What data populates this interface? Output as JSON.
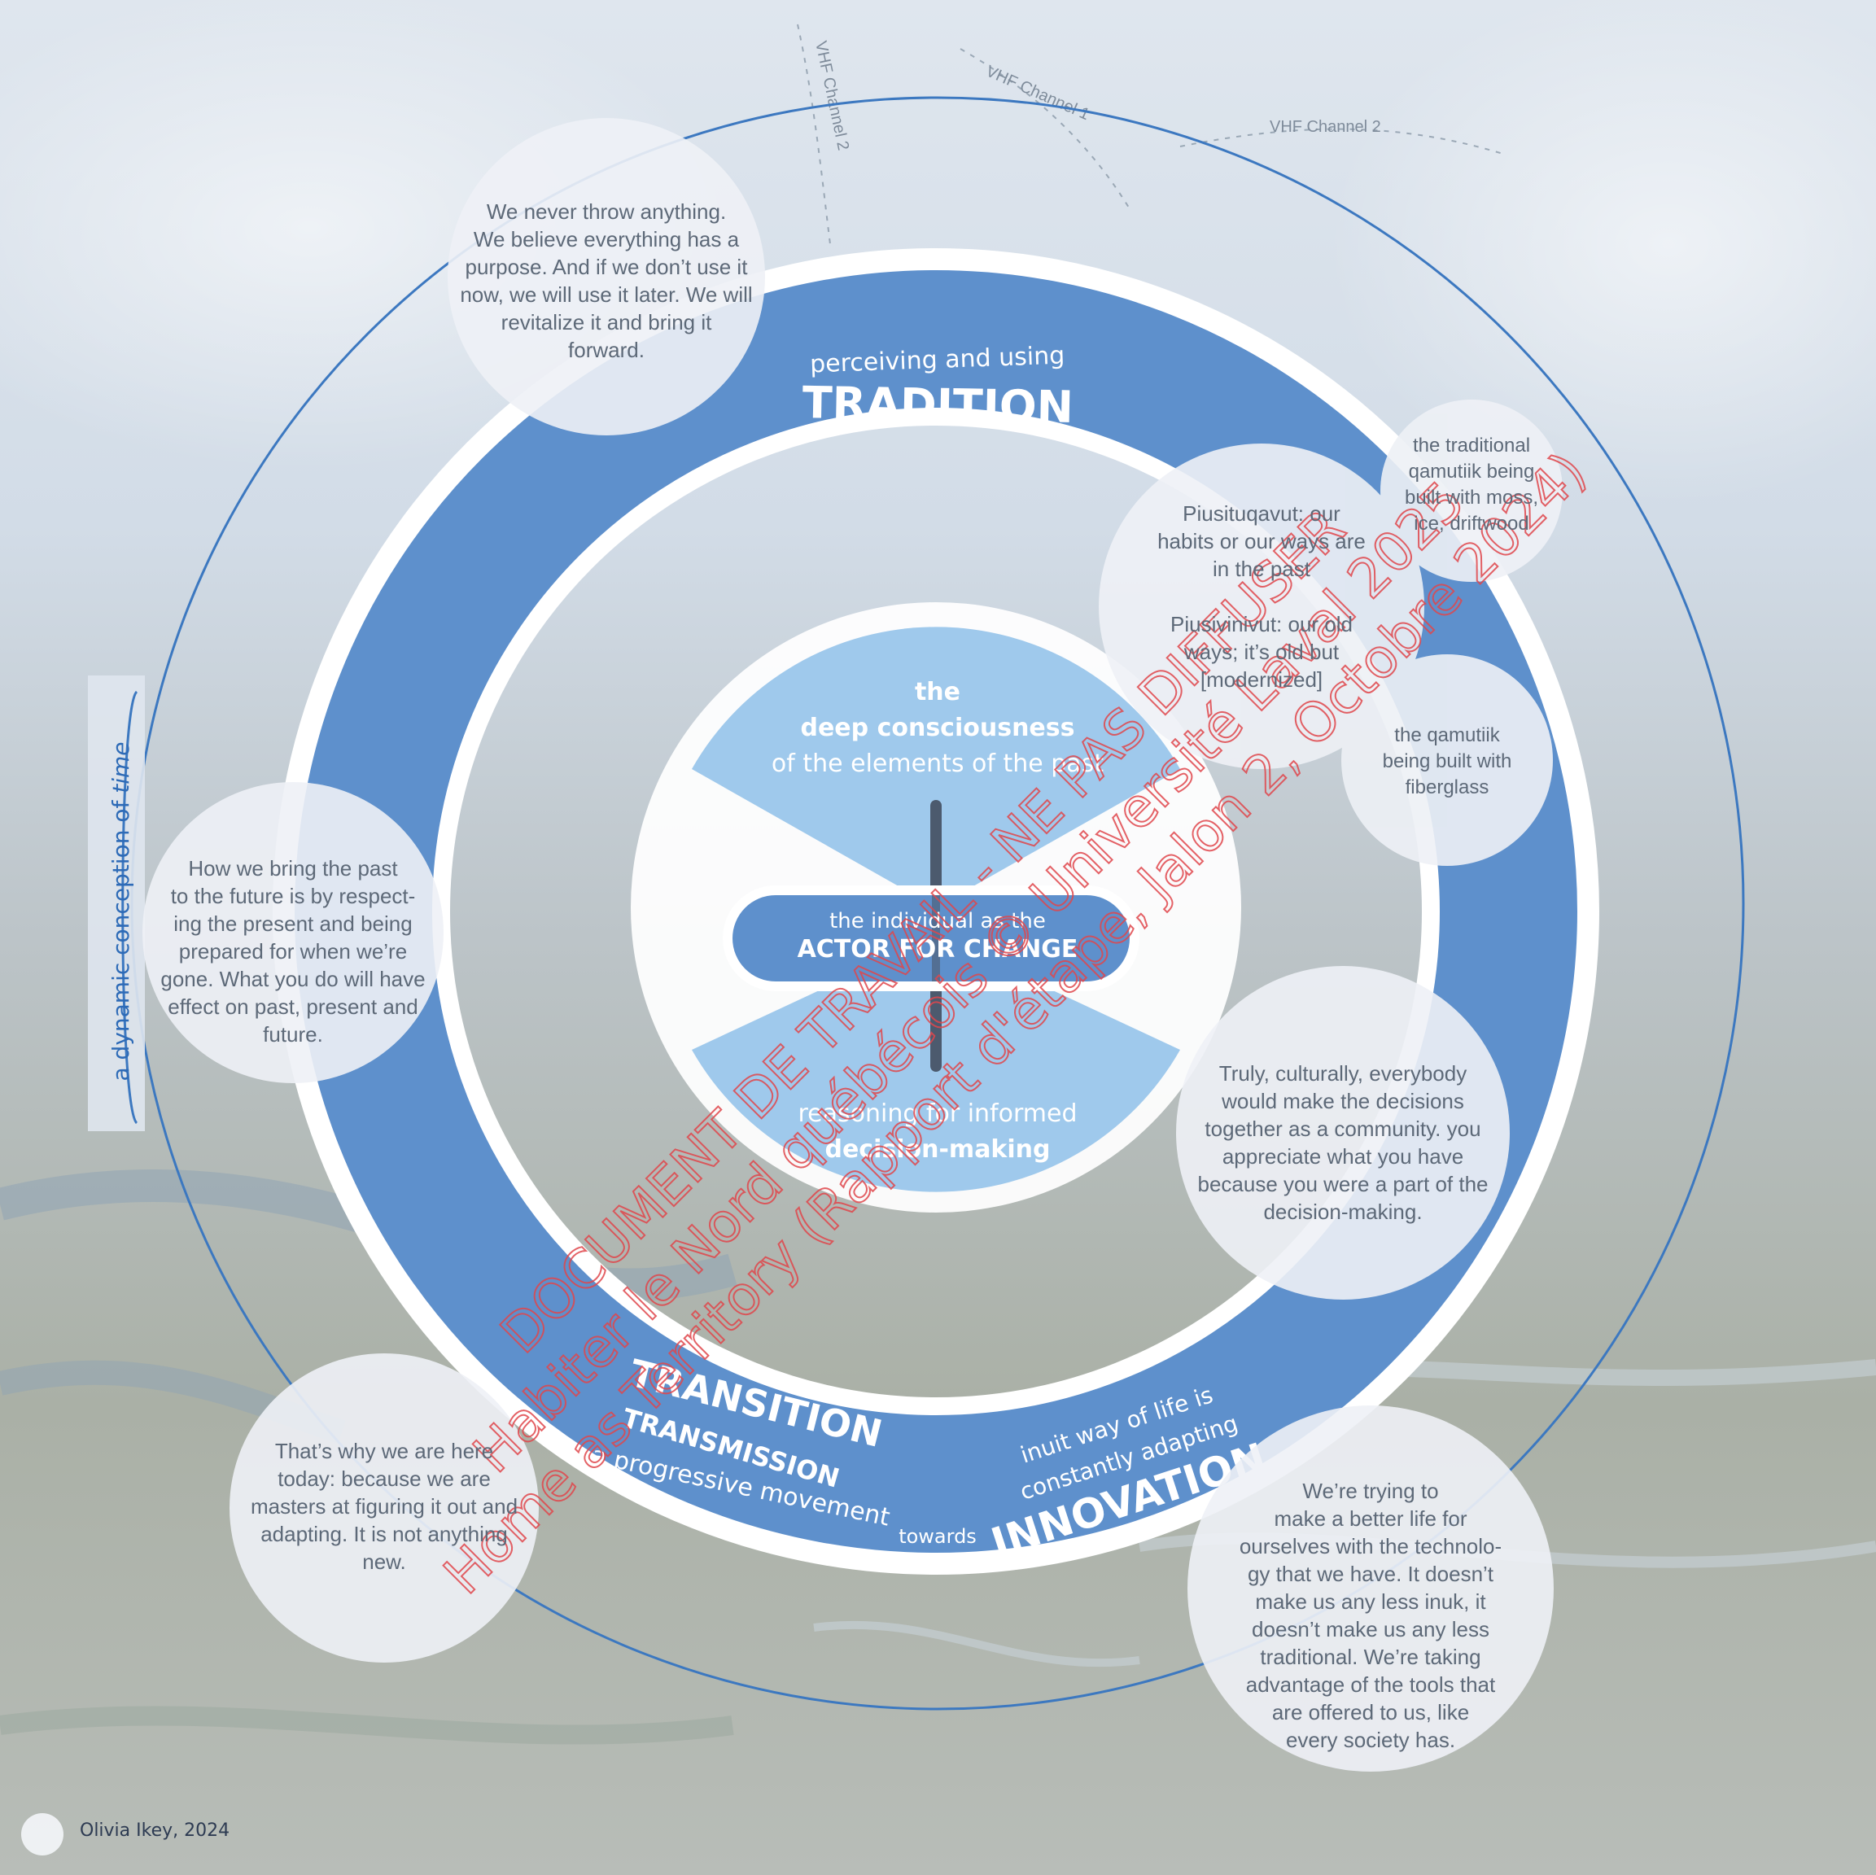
{
  "title_outer": "perceiving and using",
  "title_main": "TRADITION",
  "time_axis": {
    "prefix": "a dynamic conception of ",
    "emphasis": "time"
  },
  "center": {
    "top_line1": "the",
    "top_line2": "deep consciousness",
    "top_line3": "of the elements of the past",
    "pill_line1": "the individual as the",
    "pill_line2": "ACTOR FOR CHANGE",
    "bottom_line1": "reasoning for informed",
    "bottom_line2": "decision-making"
  },
  "lower_ring": {
    "transition": "TRANSITION",
    "transmission": "TRANSMISSION",
    "progressive": "a progressive movement",
    "towards": "towards",
    "inuit_way": "inuit way of life is",
    "adapting": "constantly adapting",
    "innovation": "INNOVATION"
  },
  "quotes": {
    "never_throw": "We never throw anything.\nWe believe everything has a\npurpose. And if we don’t use it\nnow, we will use it later. We will\nrevitalize it and bring it\nforward.",
    "piusituqavut": "Piusituqavut: our\nhabits or our ways are\nin the past",
    "piusivinivut": "Piusivinivut: our old\nways; it’s old but\n[modernized]",
    "traditional_qamutiik": "the traditional\nqamutiik being\nbuilt with moss,\nice, driftwood",
    "fiberglass_qamutiik": "the qamutiik\nbeing built with\nfiberglass",
    "past_to_future": "How we bring the past\nto the future is by respect-\ning the present and being\nprepared for when we’re\ngone. What you do will have\neffect on past, present and\nfuture.",
    "community": "Truly, culturally, everybody\nwould make the decisions\ntogether as a community. you\nappreciate what you have\nbecause you were a part of the\ndecision-making.",
    "masters": "That’s why we are here\ntoday: because we are\nmasters at figuring it out and\nadapting. It is not anything\nnew.",
    "better_life": "We’re trying to\nmake a better life for\nourselves with the technolo-\ngy that we have. It doesn’t\nmake us any less inuk, it\ndoesn’t make us any less\ntraditional. We’re taking\nadvantage of the tools that\nare offered to us, like\nevery society has."
  },
  "map_labels": {
    "vhf1": "VHF Channel 1",
    "vhf2": "VHF Channel 2",
    "vhf2b": "VHF Channel 2"
  },
  "watermark": {
    "line1": "DOCUMENT DE TRAVAIL - NE PAS DIFFUSER",
    "line2": "Habiter le Nord québécois © Université Laval 2025",
    "line3": "Home as Territory (Rapport d'étape, Jalon 2, Octobre 2024)"
  },
  "credit": "Olivia Ikey, 2024",
  "colors": {
    "ring": "#5e90cc",
    "light_blue": "#9fc9ec",
    "dark_blue": "#2e6bb7",
    "bubble": "#eef1f6",
    "watermark": "#e0474c"
  }
}
